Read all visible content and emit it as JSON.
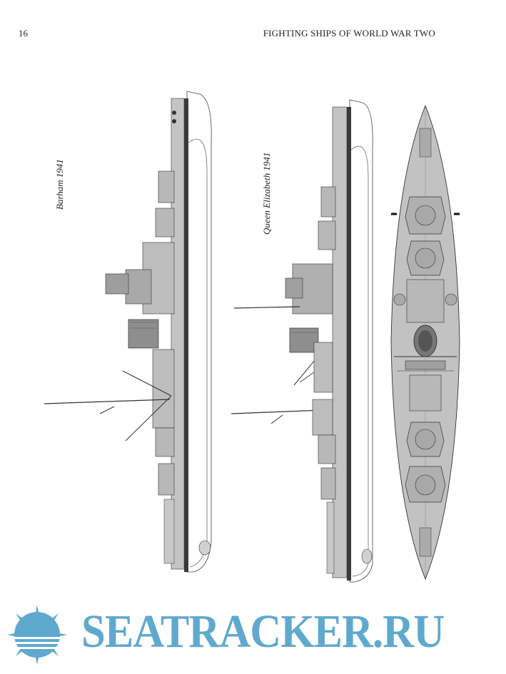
{
  "header": {
    "page_number": "16",
    "running_head": "FIGHTING SHIPS OF WORLD WAR TWO"
  },
  "figures": [
    {
      "caption": "Barham 1941",
      "view": "profile"
    },
    {
      "caption": "Queen Elizabeth 1941",
      "view": "profile"
    },
    {
      "caption": "",
      "view": "plan"
    }
  ],
  "watermark": {
    "text": "SEATRACKER.RU",
    "color": "#5fa9cf"
  }
}
